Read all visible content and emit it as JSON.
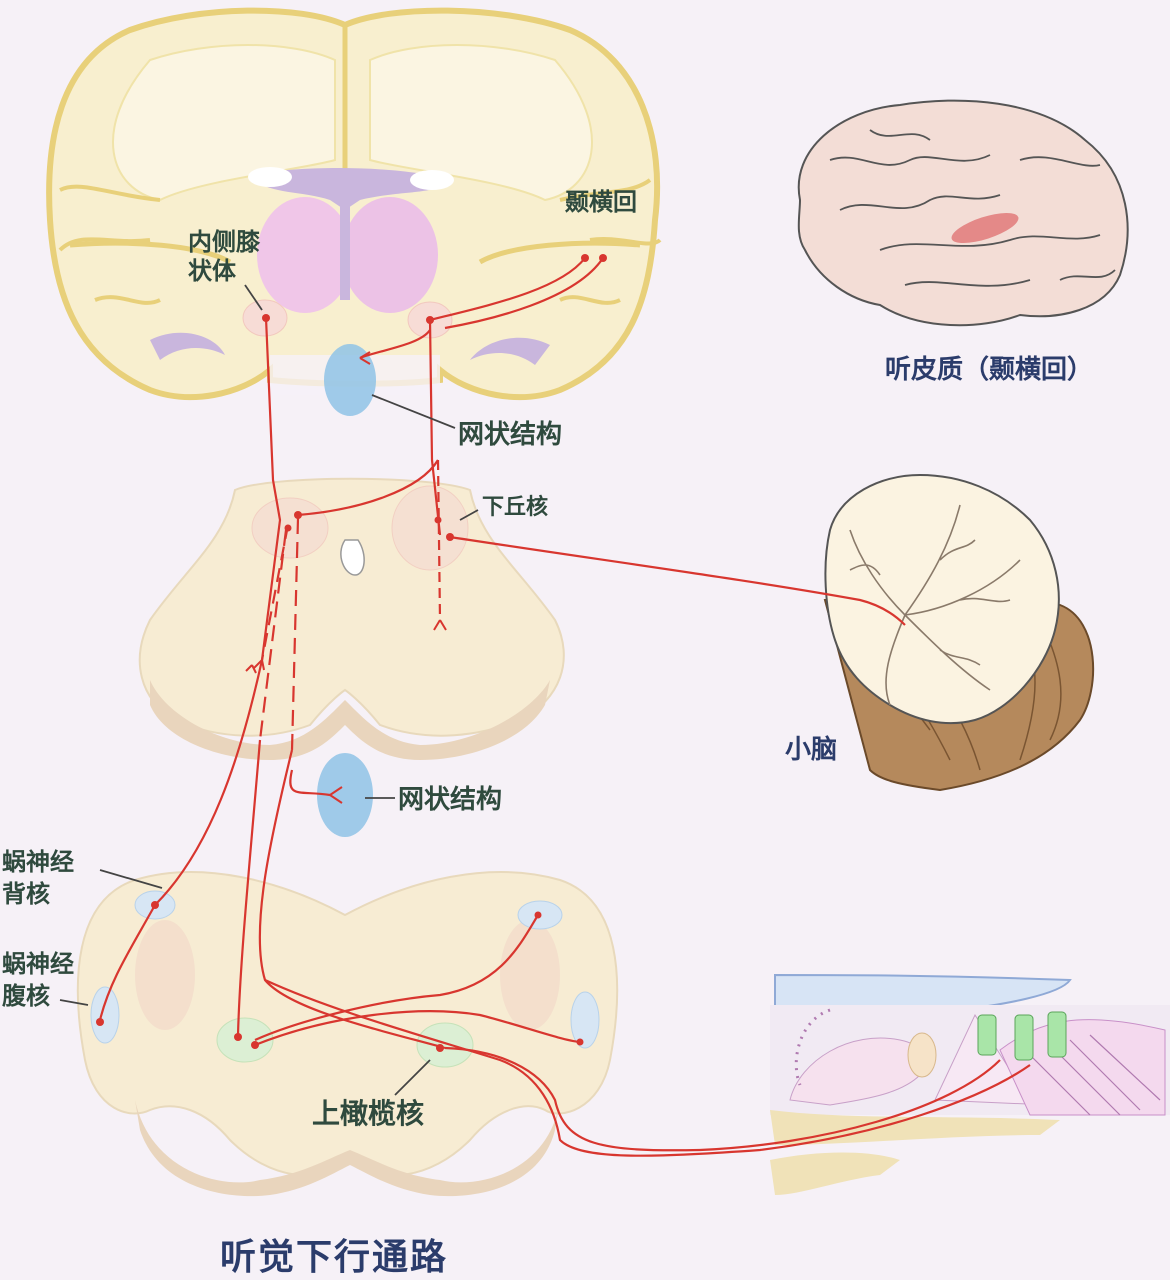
{
  "title": "听觉下行通路",
  "labels": {
    "mgb_line1": "内侧膝",
    "mgb_line2": "状体",
    "heschl": "颞横回",
    "auditory_cortex": "听皮质（颞横回）",
    "reticular_upper": "网状结构",
    "inferior_colliculus": "下丘核",
    "cerebellum": "小脑",
    "reticular_lower": "网状结构",
    "dcn_line1": "蜗神经",
    "dcn_line2": "背核",
    "vcn_line1": "蜗神经",
    "vcn_line2": "腹核",
    "superior_olive": "上橄榄核"
  },
  "colors": {
    "pathway": "#d8362f",
    "brain_tissue": "#f8efcf",
    "brain_outline": "#e8d07a",
    "thalamus": "#eec8ea",
    "ventricle": "#c9b6dd",
    "reticular": "#8fc3e6",
    "text_label": "#2f4a3e",
    "text_title": "#2b3c6b"
  }
}
